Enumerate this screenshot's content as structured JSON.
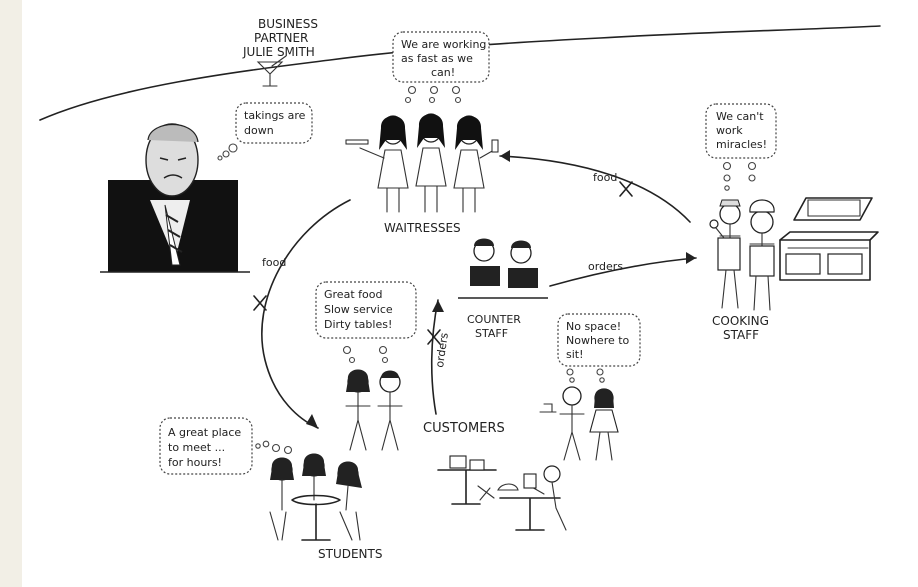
{
  "business_partner": {
    "line1": "BUSINESS",
    "line2": "PARTNER",
    "line3": "JULIE SMITH"
  },
  "manager": {
    "thought": [
      "takings are",
      "down"
    ]
  },
  "waitresses": {
    "label": "WAITRESSES",
    "thought": [
      "We are working",
      "as fast as we",
      "can!"
    ]
  },
  "cooking_staff": {
    "label_line1": "COOKING",
    "label_line2": "STAFF",
    "thought": [
      "We can't",
      "work",
      "miracles!"
    ]
  },
  "counter_staff": {
    "label_line1": "COUNTER",
    "label_line2": "STAFF"
  },
  "customers": {
    "label": "CUSTOMERS",
    "thought_left": [
      "Great food",
      "Slow service",
      "Dirty tables!"
    ],
    "thought_right": [
      "No space!",
      "Nowhere to",
      "sit!"
    ]
  },
  "students": {
    "label": "STUDENTS",
    "thought": [
      "A great place",
      "to meet ...",
      "for hours!"
    ]
  },
  "flows": {
    "food_top": "food",
    "orders_right": "orders",
    "food_left": "food",
    "orders_center": "orders"
  }
}
